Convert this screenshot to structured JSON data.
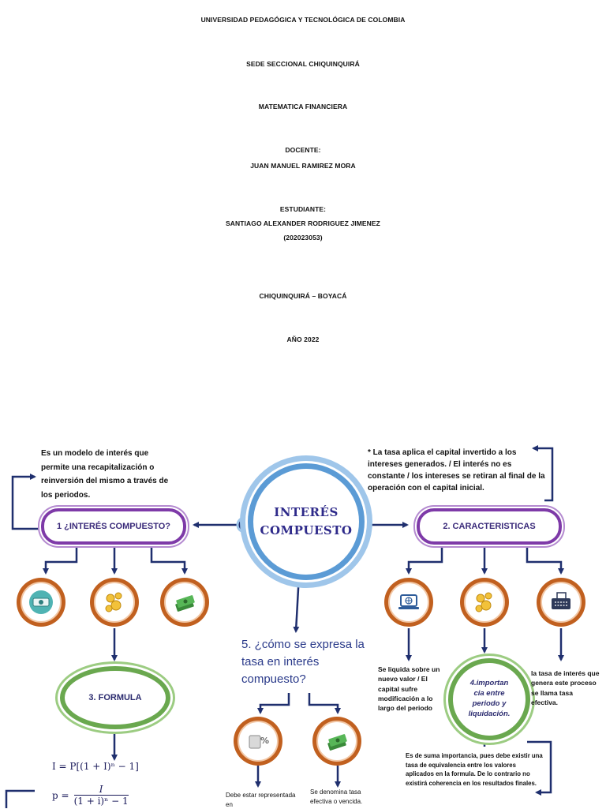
{
  "cover": {
    "university": "UNIVERSIDAD PEDAGÓGICA Y TECNOLÓGICA DE COLOMBIA",
    "seat": "SEDE SECCIONAL CHIQUINQUIRÁ",
    "course": "MATEMATICA FINANCIERA",
    "teacher_label": "DOCENTE:",
    "teacher_name": "JUAN MANUEL RAMIREZ MORA",
    "student_label": "ESTUDIANTE:",
    "student_name": "SANTIAGO ALEXANDER RODRIGUEZ JIMENEZ",
    "student_code": "(202023053)",
    "location": "CHIQUINQUIRÁ – BOYACÁ",
    "year": "AÑO 2022"
  },
  "map": {
    "center_line1": "INTERÉS",
    "center_line2": "COMPUESTO",
    "node1_label": "1 ¿INTERÉS COMPUESTO?",
    "node2_label": "2. CARACTERISTICAS",
    "node3_label": "3. FORMULA",
    "node4_line1": "4.importan",
    "node4_line2": "cia entre",
    "node4_line3": "periodo y",
    "node4_line4": "liquidación.",
    "q5_text": "5. ¿cómo se expresa la tasa en interés compuesto?",
    "def_text": "Es un modelo de interés que permite una recapitalización o reinversión del mismo a través de los periodos.",
    "char_text": "* La tasa aplica el capital invertido a los intereses generados. / El interés no es constante / los intereses se retiran al final de la operación con el capital inicial.",
    "liquida_text": "Se liquida sobre un nuevo valor / El capital sufre modificación a lo largo del periodo",
    "tasa_text": "la tasa de interés que genera este proceso se llama tasa efectiva.",
    "importancia_text": "Es de suma importancia, pues debe existir una tasa de equivalencia entre los valores aplicados en la formula. De lo contrario no existirá coherencia en los resultados finales.",
    "debe_text": "Debe estar representada en",
    "denomina_text": "Se denomina tasa efectiva o vencida.",
    "formula1": "I = P[(1 + I)ⁿ − 1]",
    "formula2_left": "p =",
    "formula2_num": "I",
    "formula2_den": "(1 + i)ⁿ − 1"
  },
  "icons": {
    "left1": "money-hand-icon",
    "left2": "coins-icon",
    "left3": "cash-stack-icon",
    "right1": "laptop-globe-icon",
    "right2": "coins-icon",
    "right3": "typewriter-icon",
    "mid1": "money-percent-icon",
    "mid2": "cash-stack-icon"
  },
  "colors": {
    "arrow": "#1f2f6e",
    "purple": "#7e3aa8",
    "green": "#6aa84f",
    "orange": "#c1601f",
    "blue": "#5b9bd5"
  }
}
